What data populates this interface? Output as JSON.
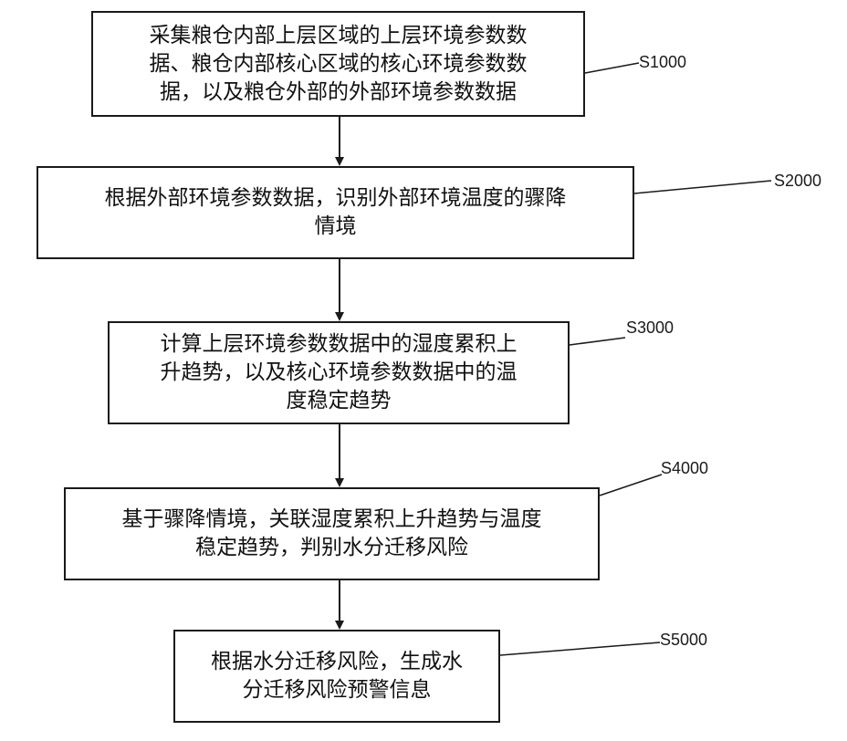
{
  "steps": [
    {
      "id": "S1000",
      "lines": [
        "采集粮仓内部上层区域的上层环境参数数",
        "据、粮仓内部核心区域的核心环境参数数",
        "据，以及粮仓外部的外部环境参数数据"
      ]
    },
    {
      "id": "S2000",
      "lines": [
        "根据外部环境参数数据，识别外部环境温度的骤降",
        "情境"
      ]
    },
    {
      "id": "S3000",
      "lines": [
        "计算上层环境参数数据中的湿度累积上",
        "升趋势，以及核心环境参数数据中的温",
        "度稳定趋势"
      ]
    },
    {
      "id": "S4000",
      "lines": [
        "基于骤降情境，关联湿度累积上升趋势与温度",
        "稳定趋势，判别水分迁移风险"
      ]
    },
    {
      "id": "S5000",
      "lines": [
        "根据水分迁移风险，生成水",
        "分迁移风险预警信息"
      ]
    }
  ]
}
